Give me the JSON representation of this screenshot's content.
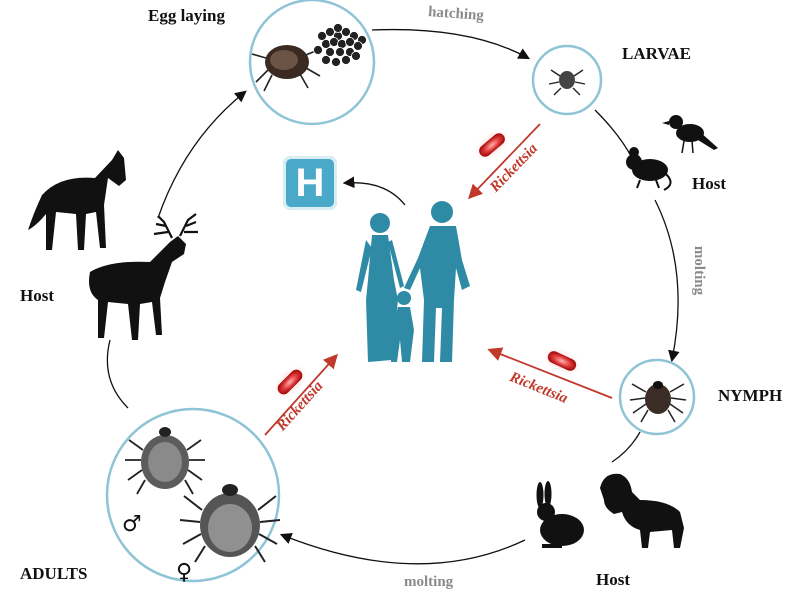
{
  "stages": {
    "egg_laying": "Egg laying",
    "larvae": "LARVAE",
    "nymph": "NYMPH",
    "adults": "ADULTS"
  },
  "transitions": {
    "hatching": "hatching",
    "molting_right": "molting",
    "molting_bottom": "molting"
  },
  "hosts": {
    "larvae_host": "Host",
    "nymph_host": "Host",
    "adult_host": "Host"
  },
  "pathogen": {
    "name": "Rickettsia"
  },
  "hospital_letter": "H",
  "symbols": {
    "male": "♂",
    "female": "♀"
  },
  "colors": {
    "circle_border": "#8fc3d6",
    "human_silhouette": "#2f8aa5",
    "hospital": "#4aa9c9",
    "pathogen_arrow": "#c0392b",
    "cycle_arrow": "#111111"
  }
}
